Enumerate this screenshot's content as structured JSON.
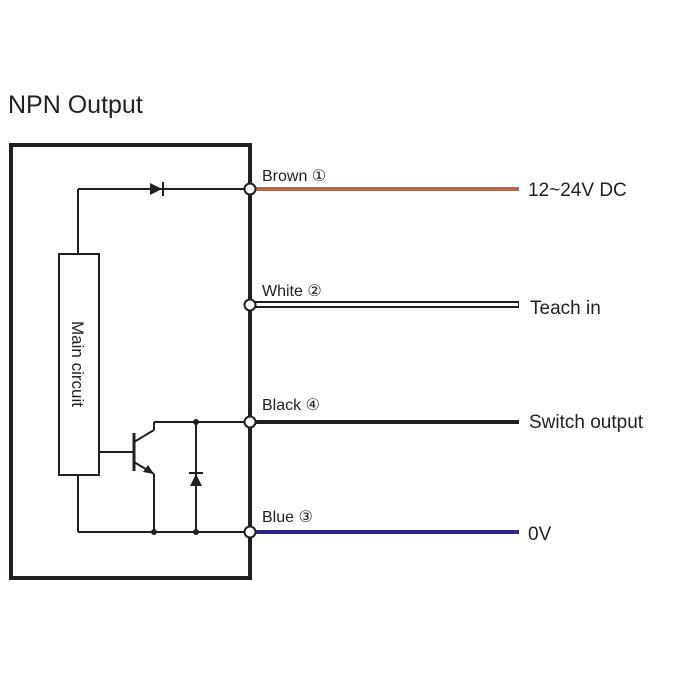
{
  "title": "NPN Output",
  "main_circuit_label": "Main circuit",
  "wires": [
    {
      "label": "Brown",
      "number": "①",
      "end_label": "12~24V DC",
      "color": "#b06a4e"
    },
    {
      "label": "White",
      "number": "②",
      "end_label": "Teach in",
      "color": "#ffffff"
    },
    {
      "label": "Black",
      "number": "④",
      "end_label": "Switch output",
      "color": "#231f20"
    },
    {
      "label": "Blue",
      "number": "③",
      "end_label": "0V",
      "color": "#2b2a8a"
    }
  ],
  "colors": {
    "line": "#231f20",
    "background": "#ffffff"
  }
}
